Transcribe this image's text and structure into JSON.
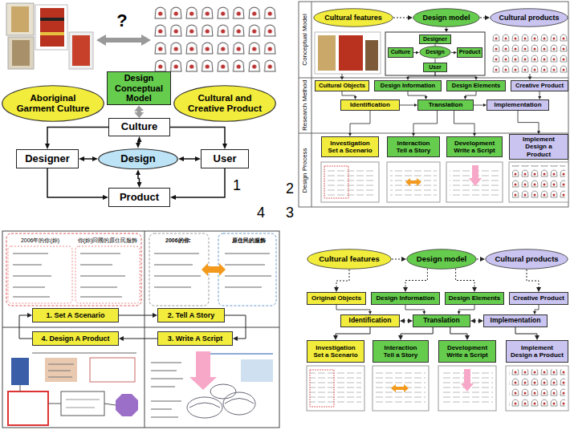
{
  "diagram": {
    "nodes": [
      {
        "text": [
          "Design Conceptual Model"
        ]
      },
      {
        "text": [
          "Aboriginal Garment Culture"
        ]
      },
      {
        "text": [
          "Cultural and Creative Product"
        ]
      },
      {
        "text": [
          "Culture"
        ]
      },
      {
        "text": [
          "Designer"
        ]
      },
      {
        "text": [
          "Design"
        ]
      },
      {
        "text": [
          "User"
        ]
      },
      {
        "text": [
          "Product"
        ]
      },
      {
        "text": [
          "Cultural features"
        ]
      },
      {
        "text": [
          "Design model"
        ]
      },
      {
        "text": [
          "Cultural products"
        ]
      },
      {
        "text": [
          "Designer"
        ]
      },
      {
        "text": [
          "Culture"
        ]
      },
      {
        "text": [
          "Design"
        ]
      },
      {
        "text": [
          "Product"
        ]
      },
      {
        "text": [
          "User"
        ]
      },
      {
        "text": [
          "Cultural Objects"
        ]
      },
      {
        "text": [
          "Design Information"
        ]
      },
      {
        "text": [
          "Design Elements"
        ]
      },
      {
        "text": [
          "Creative Product"
        ]
      },
      {
        "text": [
          "Identification"
        ]
      },
      {
        "text": [
          "Translation"
        ]
      },
      {
        "text": [
          "Implementation"
        ]
      },
      {
        "text": [
          "Investigation Set a Scenario"
        ]
      },
      {
        "text": [
          "Interaction Tell a Story"
        ]
      },
      {
        "text": [
          "Development Write a Script"
        ]
      },
      {
        "text": [
          "Implement Design a Product"
        ]
      },
      {
        "text": [
          "Cultural features"
        ]
      },
      {
        "text": [
          "Design model"
        ]
      },
      {
        "text": [
          "Cultural products"
        ]
      },
      {
        "text": [
          "Original Objects"
        ]
      },
      {
        "text": [
          "Design Information"
        ]
      },
      {
        "text": [
          "Design Elements"
        ]
      },
      {
        "text": [
          "Creative Product"
        ]
      },
      {
        "text": [
          "Identification"
        ]
      },
      {
        "text": [
          "Translation"
        ]
      },
      {
        "text": [
          "Implementation"
        ]
      },
      {
        "text": [
          "Investigation Set a Scenario"
        ]
      },
      {
        "text": [
          "Interaction Tell a Story"
        ]
      },
      {
        "text": [
          "Development Write a Script"
        ]
      },
      {
        "text": [
          "Implement Design a Product"
        ]
      },
      {
        "text": [
          "1. Set A Scenario"
        ]
      },
      {
        "text": [
          "2. Tell A Story"
        ]
      },
      {
        "text": [
          "3. Write A Script"
        ]
      },
      {
        "text": [
          "4. Design A Product"
        ]
      }
    ],
    "edges": [
      {
        "from": 0,
        "to": 3,
        "arrow": "both"
      },
      {
        "from": 3,
        "to": 4,
        "arrow": "to"
      },
      {
        "from": 3,
        "to": 6,
        "arrow": "to"
      },
      {
        "from": 4,
        "to": 7,
        "arrow": "to"
      },
      {
        "from": 6,
        "to": 7,
        "arrow": "to"
      },
      {
        "from": 3,
        "to": 5,
        "arrow": "both"
      },
      {
        "from": 4,
        "to": 5,
        "arrow": "both"
      },
      {
        "from": 5,
        "to": 6,
        "arrow": "both"
      },
      {
        "from": 5,
        "to": 7,
        "arrow": "both"
      },
      {
        "from": 8,
        "to": 9,
        "arrow": "to"
      },
      {
        "from": 9,
        "to": 10,
        "arrow": "to"
      },
      {
        "from": 11,
        "to": 13,
        "arrow": "none"
      },
      {
        "from": 12,
        "to": 13,
        "arrow": "to"
      },
      {
        "from": 13,
        "to": 14,
        "arrow": "to"
      },
      {
        "from": 13,
        "to": 15,
        "arrow": "none"
      },
      {
        "from": 15,
        "to": 17,
        "arrow": "to"
      },
      {
        "from": 15,
        "to": 18,
        "arrow": "to"
      },
      {
        "from": 16,
        "to": 20,
        "arrow": "to"
      },
      {
        "from": 17,
        "to": 21,
        "arrow": "to"
      },
      {
        "from": 18,
        "to": 21,
        "arrow": "to"
      },
      {
        "from": 19,
        "to": 22,
        "arrow": "to"
      },
      {
        "from": 20,
        "to": 21,
        "arrow": "to"
      },
      {
        "from": 21,
        "to": 22,
        "arrow": "to"
      },
      {
        "from": 20,
        "to": 23,
        "arrow": "to"
      },
      {
        "from": 21,
        "to": 24,
        "arrow": "to"
      },
      {
        "from": 21,
        "to": 25,
        "arrow": "to"
      },
      {
        "from": 22,
        "to": 26,
        "arrow": "to"
      },
      {
        "from": 27,
        "to": 28,
        "arrow": "to"
      },
      {
        "from": 28,
        "to": 29,
        "arrow": "to"
      },
      {
        "from": 27,
        "to": 30,
        "arrow": "to"
      },
      {
        "from": 28,
        "to": 31,
        "arrow": "to"
      },
      {
        "from": 28,
        "to": 32,
        "arrow": "to"
      },
      {
        "from": 29,
        "to": 33,
        "arrow": "to"
      },
      {
        "from": 30,
        "to": 34,
        "arrow": "to"
      },
      {
        "from": 31,
        "to": 35,
        "arrow": "to"
      },
      {
        "from": 32,
        "to": 35,
        "arrow": "to"
      },
      {
        "from": 33,
        "to": 36,
        "arrow": "to"
      },
      {
        "from": 34,
        "to": 35,
        "arrow": "both"
      },
      {
        "from": 35,
        "to": 36,
        "arrow": "both"
      },
      {
        "from": 34,
        "to": 37,
        "arrow": "to"
      },
      {
        "from": 35,
        "to": 38,
        "arrow": "to"
      },
      {
        "from": 35,
        "to": 39,
        "arrow": "to"
      },
      {
        "from": 36,
        "to": 40,
        "arrow": "to"
      },
      {
        "from": 41,
        "to": 42,
        "arrow": "to"
      },
      {
        "from": 42,
        "to": 43,
        "arrow": "to"
      },
      {
        "from": 43,
        "to": 44,
        "arrow": "to"
      },
      {
        "from": 44,
        "to": 41,
        "arrow": "to"
      }
    ],
    "labels": [
      "?",
      "1",
      "Conceptual Model",
      "Research Method",
      "Design Process",
      "2",
      "3",
      "4",
      "2006年的你(妳)",
      "你(妳)回國的原住民服飾",
      "2006的你:",
      "原住民的服飾"
    ]
  }
}
